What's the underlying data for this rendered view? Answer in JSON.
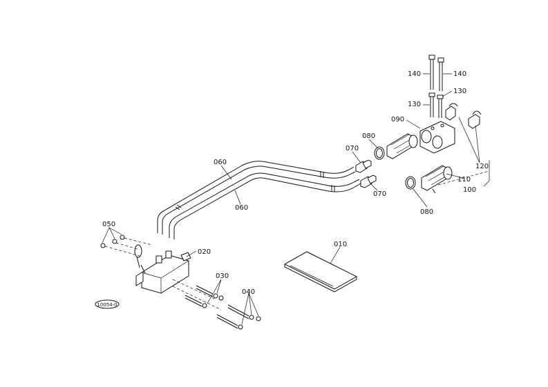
{
  "diagram": {
    "labels": {
      "p010": "010",
      "p020": "020",
      "p030": "030",
      "p040": "040",
      "p050": "050",
      "p060a": "060",
      "p060b": "060",
      "p070a": "070",
      "p070b": "070",
      "p080a": "080",
      "p080b": "080",
      "p090": "090",
      "p100": "100",
      "p110": "110",
      "p120": "120",
      "p130a": "130",
      "p130b": "130",
      "p140a": "140",
      "p140b": "140"
    },
    "stamp": "10054-0"
  }
}
